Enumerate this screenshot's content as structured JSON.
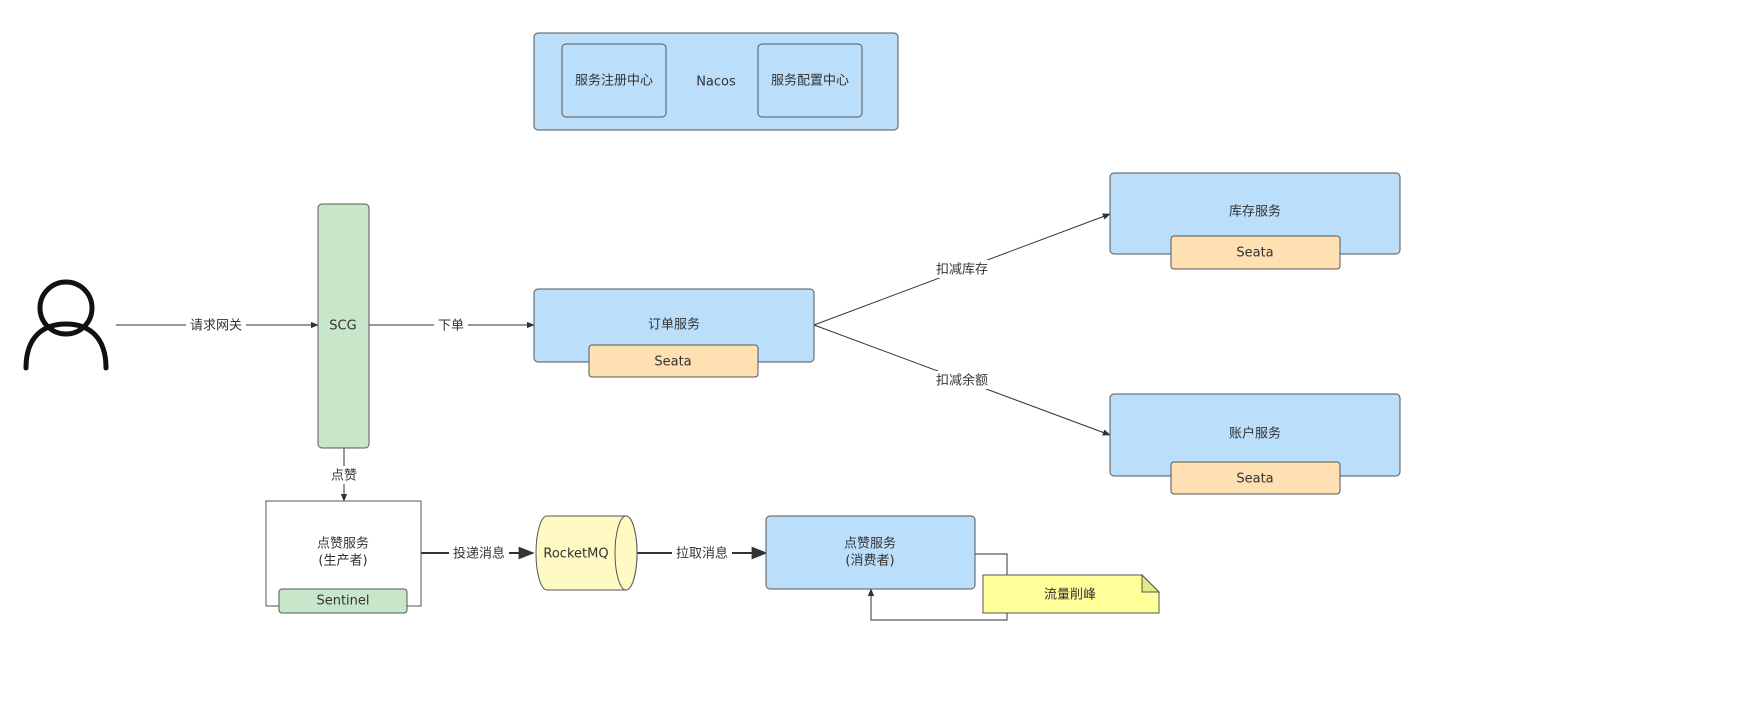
{
  "colors": {
    "blue": "#bbdefb",
    "green": "#c8e6c9",
    "orange": "#ffe0b2",
    "yellow": "#fff9c4",
    "note": "#ffff99",
    "stroke": "#555555",
    "line": "#333333"
  },
  "user": {
    "icon": "user-icon"
  },
  "nacos": {
    "label": "Nacos",
    "registry": "服务注册中心",
    "config": "服务配置中心"
  },
  "scg": {
    "label": "SCG"
  },
  "order": {
    "label": "订单服务",
    "seata": "Seata"
  },
  "inventory": {
    "label": "库存服务",
    "seata": "Seata"
  },
  "account": {
    "label": "账户服务",
    "seata": "Seata"
  },
  "like_producer": {
    "line1": "点赞服务",
    "line2": "(生产者)",
    "sentinel": "Sentinel"
  },
  "rocketmq": {
    "label": "RocketMQ"
  },
  "like_consumer": {
    "line1": "点赞服务",
    "line2": "(消费者)"
  },
  "note": {
    "label": "流量削峰"
  },
  "edges": {
    "gateway": "请求网关",
    "order": "下单",
    "deduct_stock": "扣减库存",
    "deduct_balance": "扣减余额",
    "like": "点赞",
    "send_msg": "投递消息",
    "pull_msg": "拉取消息"
  }
}
